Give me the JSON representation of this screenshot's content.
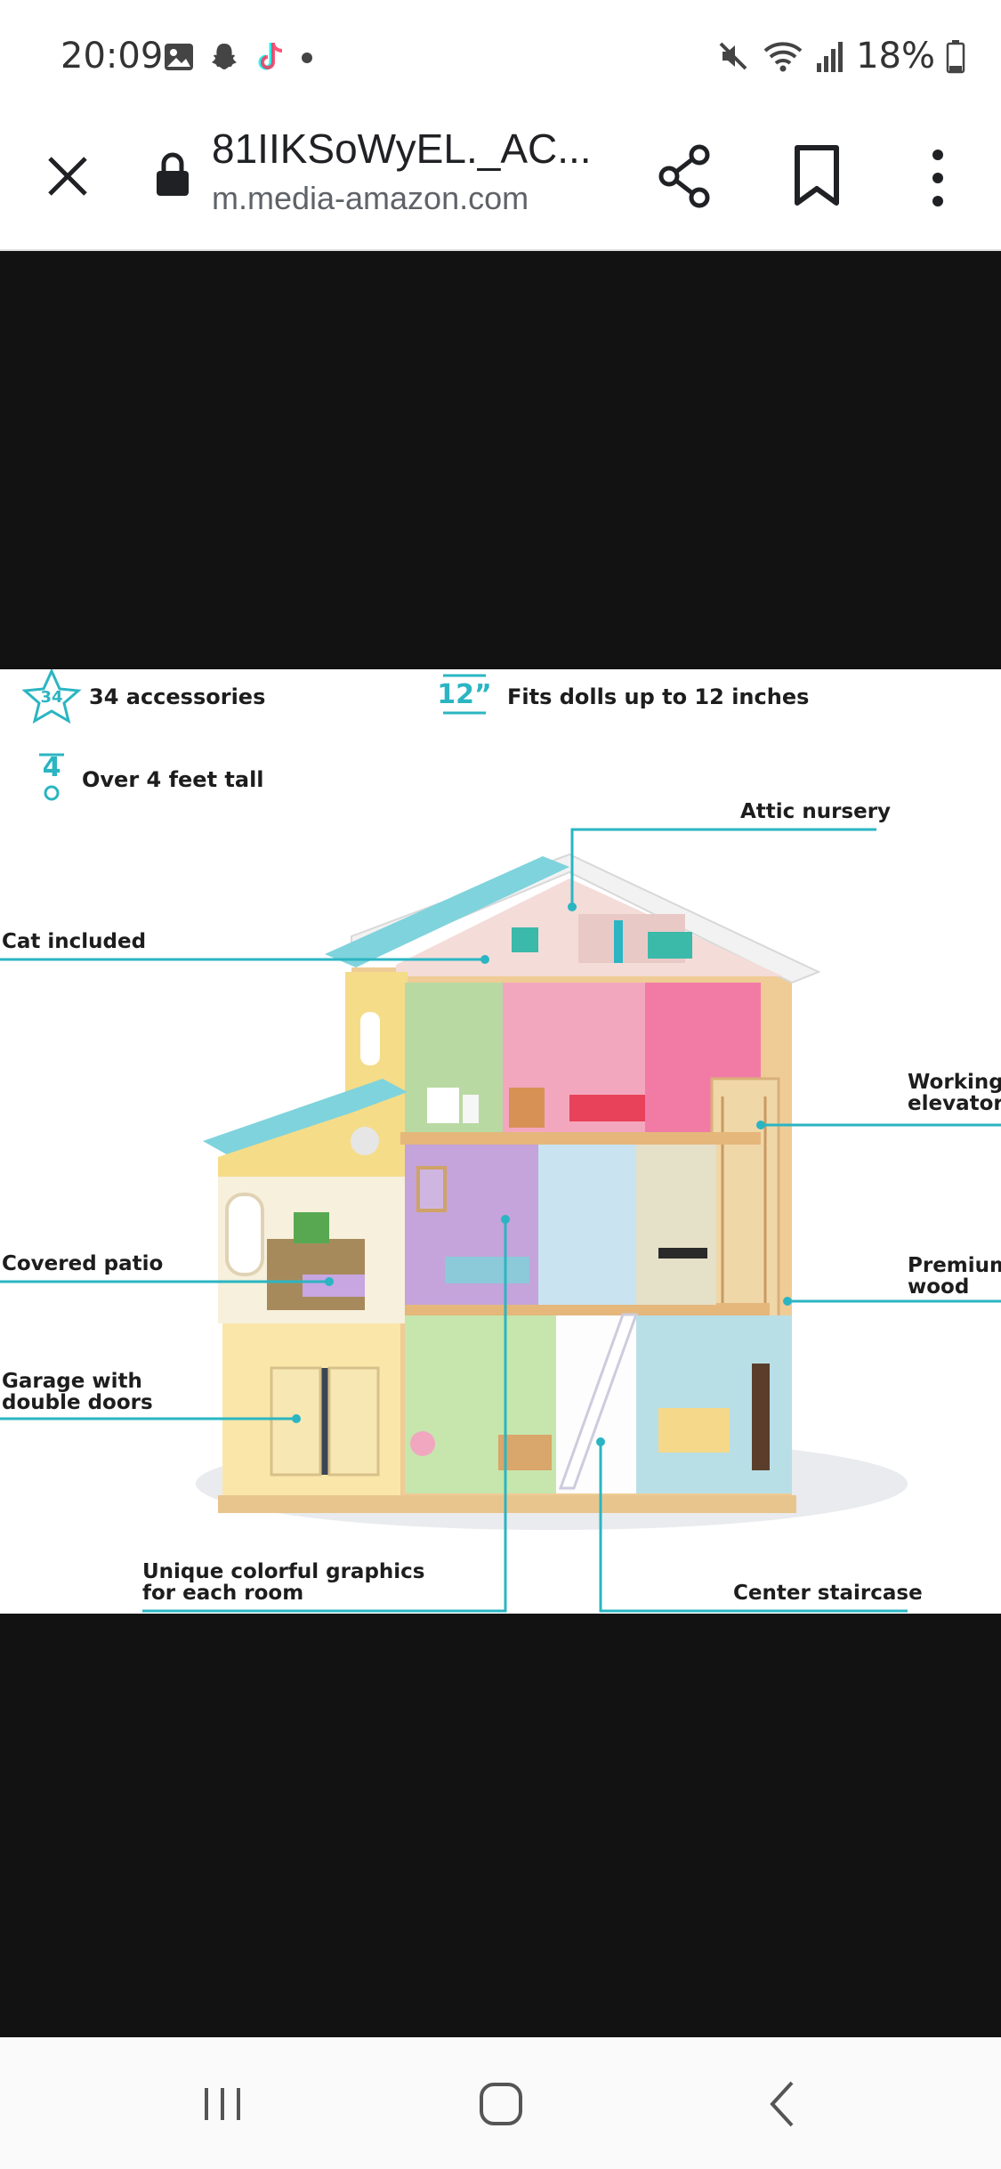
{
  "status_bar": {
    "time": "20:09",
    "battery": "18%",
    "icons": [
      "gallery-icon",
      "snapchat-icon",
      "tiktok-icon",
      "dot-icon",
      "mute-icon",
      "wifi-icon",
      "signal-icon",
      "battery-icon"
    ]
  },
  "toolbar": {
    "title": "81IIKSoWyEL._AC...",
    "url": "m.media-amazon.com",
    "icons": [
      "close-icon",
      "lock-icon",
      "share-icon",
      "bookmark-icon",
      "more-icon"
    ]
  },
  "product": {
    "features": {
      "accessories": "34 accessories",
      "accessories_badge": "34",
      "dolls": "Fits dolls up to 12 inches",
      "dolls_badge": "12”",
      "tall": "Over 4 feet tall",
      "tall_badge": "4"
    },
    "callouts": {
      "attic_nursery": "Attic nursery",
      "cat_included": "Cat included",
      "working_elevator_1": "Working",
      "working_elevator_2": "elevator",
      "covered_patio": "Covered patio",
      "premium_wood_1": "Premium",
      "premium_wood_2": "wood",
      "garage_1": "Garage with",
      "garage_2": "double doors",
      "graphics_1": "Unique colorful graphics",
      "graphics_2": "for each room",
      "center_staircase": "Center staircase"
    },
    "accent_color": "#2bb5c2"
  },
  "nav_bar": {
    "icons": [
      "recent-apps-icon",
      "home-icon",
      "back-icon"
    ]
  }
}
